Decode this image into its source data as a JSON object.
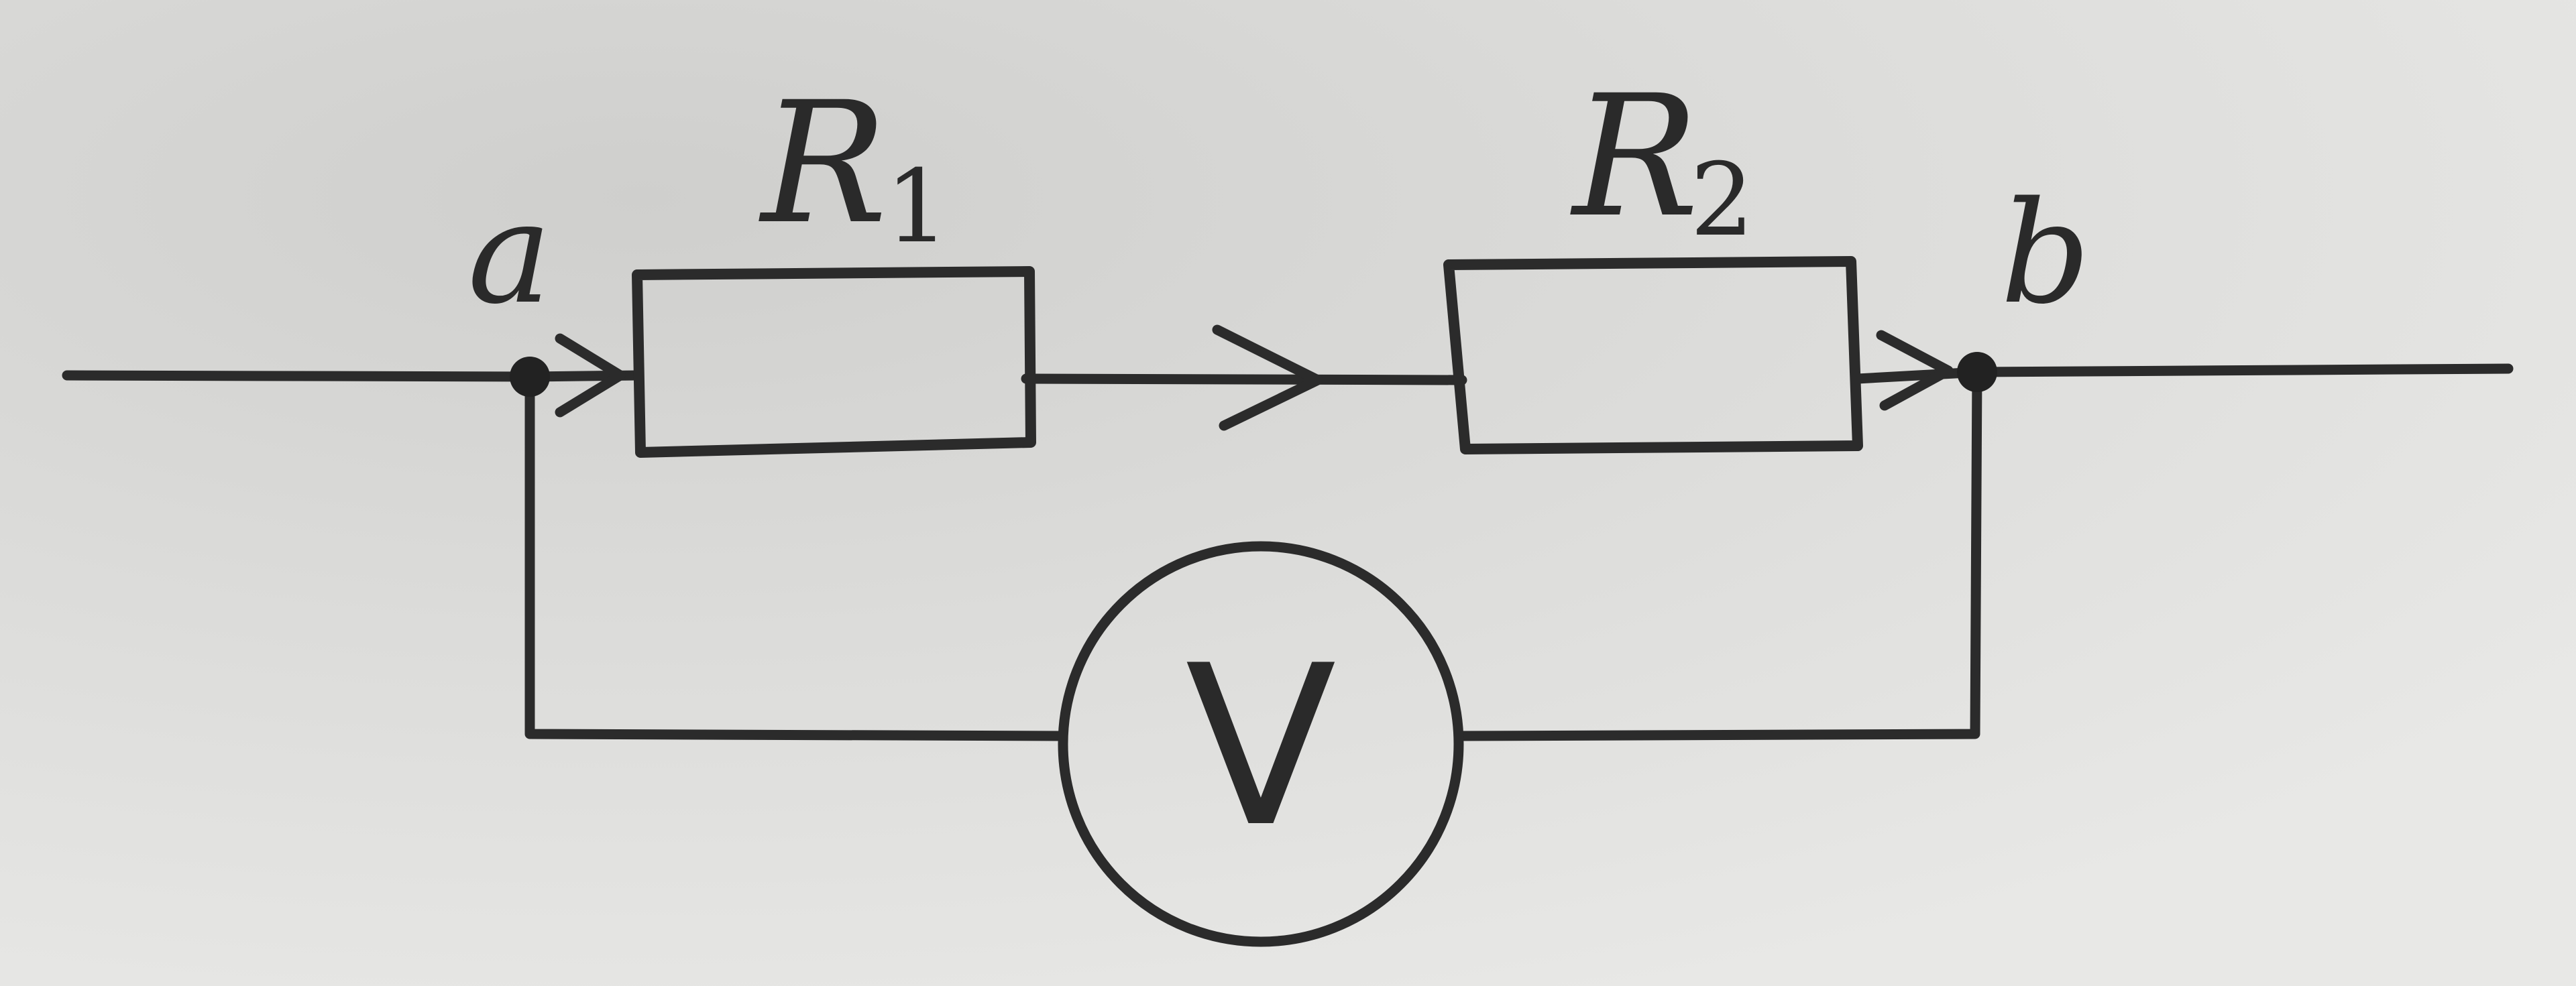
{
  "diagram": {
    "nodes": {
      "a": {
        "label": "a"
      },
      "b": {
        "label": "b"
      }
    },
    "resistors": [
      {
        "id": "r1",
        "letter": "R",
        "subscript": "1"
      },
      {
        "id": "r2",
        "letter": "R",
        "subscript": "2"
      }
    ],
    "voltmeter": {
      "symbol": "V"
    },
    "colors": {
      "ink": "#2b2b2b",
      "paper": "#e3e3e1"
    }
  }
}
